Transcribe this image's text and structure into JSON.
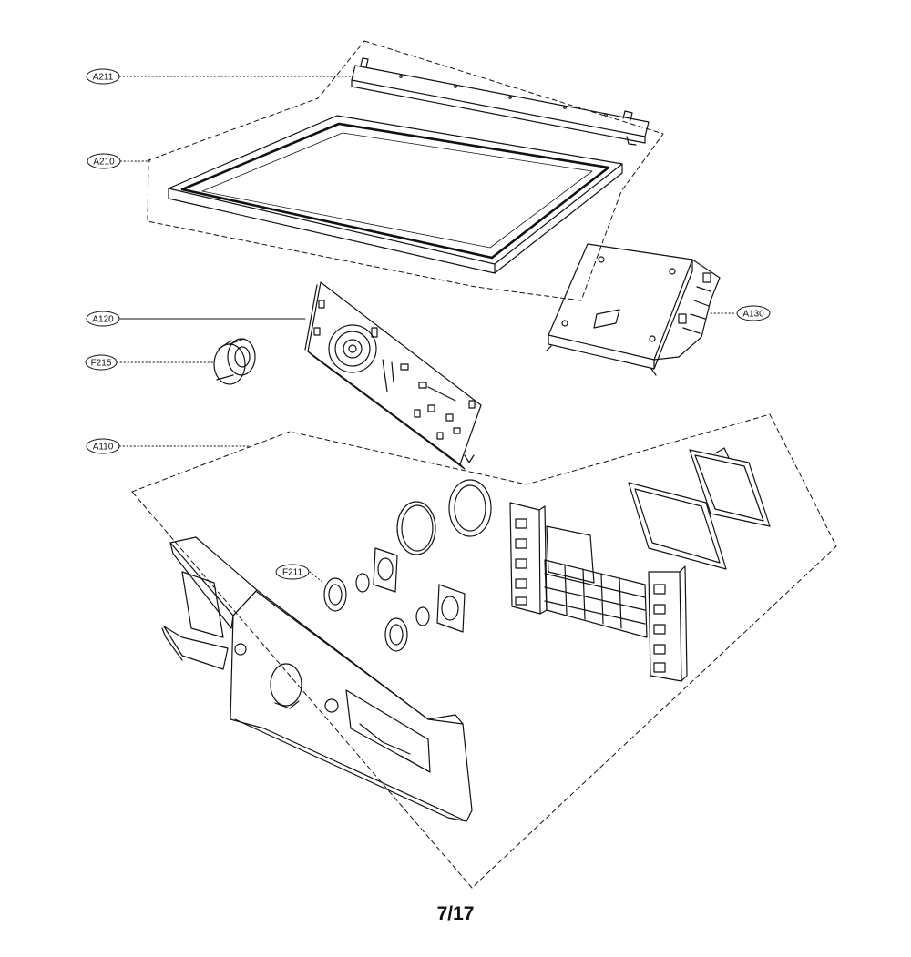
{
  "labels": {
    "A211": "A211",
    "A210": "A210",
    "A120": "A120",
    "F215": "F215",
    "A110": "A110",
    "A130": "A130",
    "F211": "F211"
  },
  "page": {
    "number": "7/17"
  }
}
